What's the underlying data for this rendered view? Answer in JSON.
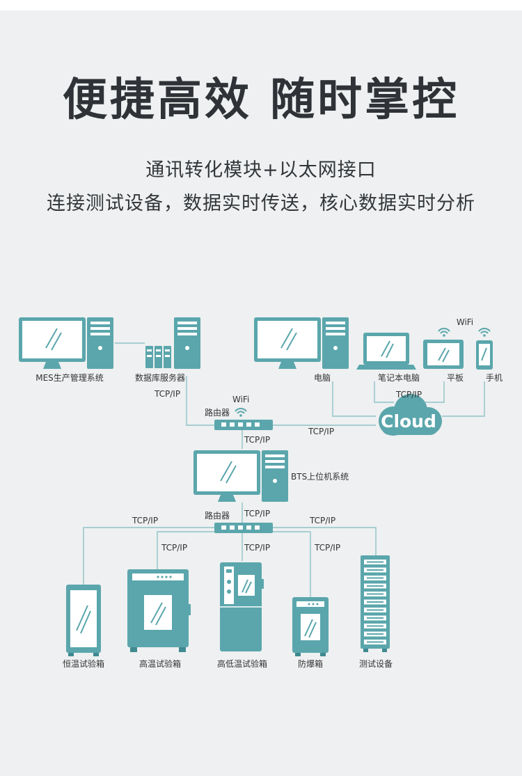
{
  "header": {
    "title": "便捷高效 随时掌控",
    "subtitle_line1": "通讯转化模块+以太网接口",
    "subtitle_line2": "连接测试设备，数据实时传送，核心数据实时分析"
  },
  "diagram": {
    "top_left": {
      "mes_label": "MES生产管理系统",
      "db_label": "数据库服务器"
    },
    "top_right": {
      "pc_label": "电脑",
      "laptop_label": "笔记本电脑",
      "tablet_label": "平板",
      "phone_label": "手机",
      "wifi_label": "WiFi",
      "cloud_label": "Cloud"
    },
    "router_top": {
      "label": "路由器",
      "wifi_label": "WiFi"
    },
    "bts": {
      "label": "BTS上位机系统"
    },
    "router_bottom": {
      "label": "路由器"
    },
    "protocol": "TCP/IP",
    "devices": [
      {
        "label": "恒温试验箱"
      },
      {
        "label": "高温试验箱"
      },
      {
        "label": "高低温试验箱"
      },
      {
        "label": "防爆箱"
      },
      {
        "label": "测试设备"
      }
    ]
  },
  "colors": {
    "teal": "#5aa6ac",
    "teal_dark": "#3f8a90",
    "line": "#8fc3c8",
    "background": "#eef0f1"
  }
}
